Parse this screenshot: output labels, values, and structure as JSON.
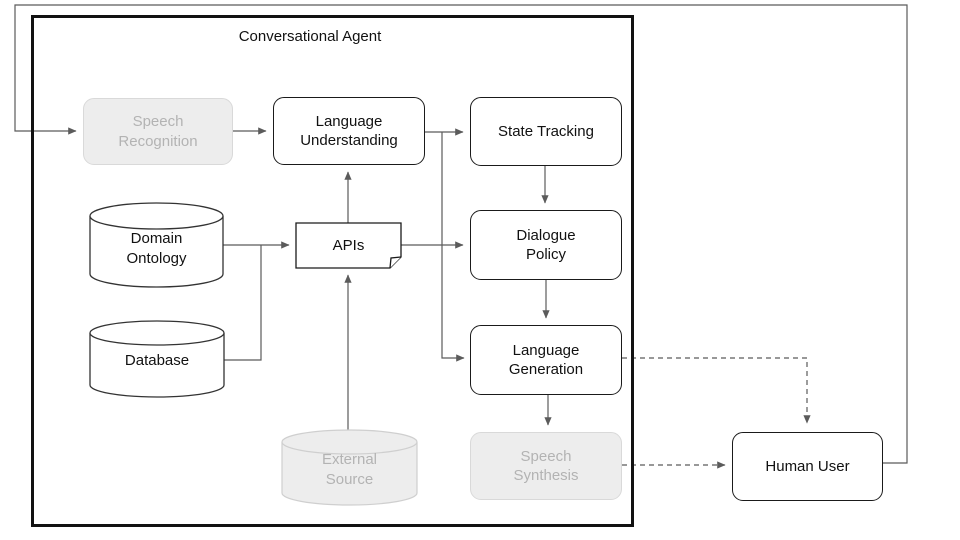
{
  "diagram": {
    "title": "Conversational Agent",
    "nodes": {
      "speech_recognition": {
        "label": "Speech\nRecognition",
        "state": "inactive"
      },
      "language_understanding": {
        "label": "Language\nUnderstanding",
        "state": "active"
      },
      "state_tracking": {
        "label": "State Tracking",
        "state": "active"
      },
      "dialogue_policy": {
        "label": "Dialogue\nPolicy",
        "state": "active"
      },
      "language_generation": {
        "label": "Language\nGeneration",
        "state": "active"
      },
      "speech_synthesis": {
        "label": "Speech\nSynthesis",
        "state": "inactive"
      },
      "apis": {
        "label": "APIs",
        "state": "active"
      },
      "domain_ontology": {
        "label": "Domain\nOntology",
        "state": "active"
      },
      "database": {
        "label": "Database",
        "state": "active"
      },
      "external_source": {
        "label": "External\nSource",
        "state": "inactive"
      },
      "human_user": {
        "label": "Human User",
        "state": "active"
      }
    },
    "colors": {
      "line": "#5b5b5b",
      "box_border": "#1a1a1a",
      "inactive_fill": "#ededed",
      "inactive_border": "#d9d9d9",
      "inactive_text": "#b3b3b3",
      "text": "#111111"
    }
  }
}
